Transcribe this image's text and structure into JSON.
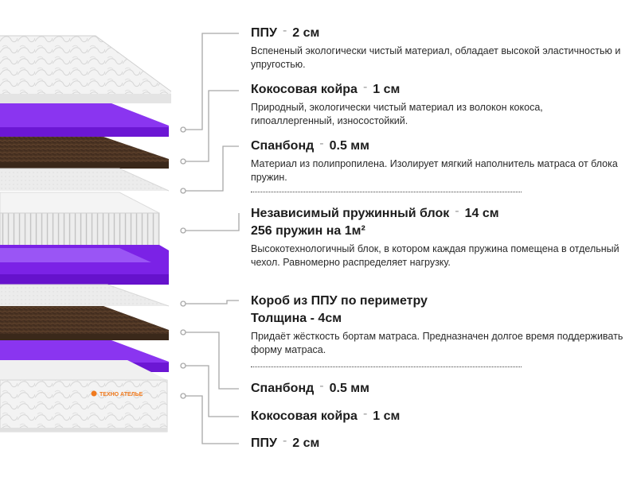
{
  "brand": {
    "logo_text": "ТЕХНО АТЕЛЬЕ"
  },
  "layers": [
    {
      "name": "ППУ",
      "value": "2 см",
      "description": "Вспененый экологически чистый материал, обладает высокой эластичностью и упругостью."
    },
    {
      "name": "Кокосовая койра",
      "value": "1 см",
      "description": "Природный, экологически чистый материал из волокон кокоса, гипоаллергенный, износостойкий."
    },
    {
      "name": "Спанбонд",
      "value": "0.5 мм",
      "description": "Материал из полипропилена. Изолирует мягкий наполнитель матраса от блока пружин."
    },
    {
      "name": "Независимый пружинный блок",
      "value": "14 см",
      "subtitle": "256 пружин на 1м²",
      "description": "Высокотехнологичный блок, в котором каждая пружина помещена в отдельный чехол. Равномерно распределяет нагрузку."
    },
    {
      "name": "Короб из ППУ по периметру",
      "subtitle": "Толщина - 4см",
      "description": "Придаёт жёсткость бортам матраса. Предназначен долгое время поддерживать форму матраса."
    },
    {
      "name": "Спанбонд",
      "value": "0.5 мм"
    },
    {
      "name": "Кокосовая койра",
      "value": "1 см"
    },
    {
      "name": "ППУ",
      "value": "2 см"
    }
  ],
  "separator": "-",
  "colors": {
    "purple": "#7b22e6",
    "coir": "#4a3322",
    "white_layer": "#f2f2f2",
    "leader": "#a8a8a8",
    "logo": "#f07a1e"
  }
}
